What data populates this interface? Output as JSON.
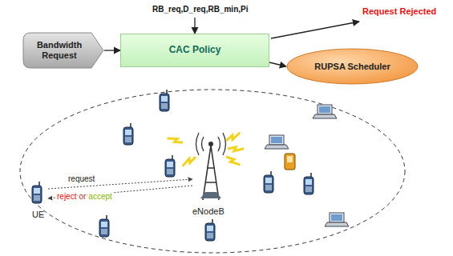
{
  "diagram": {
    "nodes": [
      {
        "text": [
          "Bandwidth Request"
        ]
      },
      {
        "text": [
          "CAC Policy"
        ]
      },
      {
        "text": [
          "RUPSA Scheduler"
        ]
      }
    ],
    "edges": [
      {
        "from": 0,
        "to": 1,
        "arrow": "to"
      },
      {
        "from": 1,
        "to": 2,
        "arrow": "to"
      }
    ],
    "labels": [
      "RB_req,D_req,RB_min,Pi",
      "Request Rejected",
      "request",
      "reject",
      "or",
      "accept",
      "UE",
      "eNodeB"
    ]
  }
}
